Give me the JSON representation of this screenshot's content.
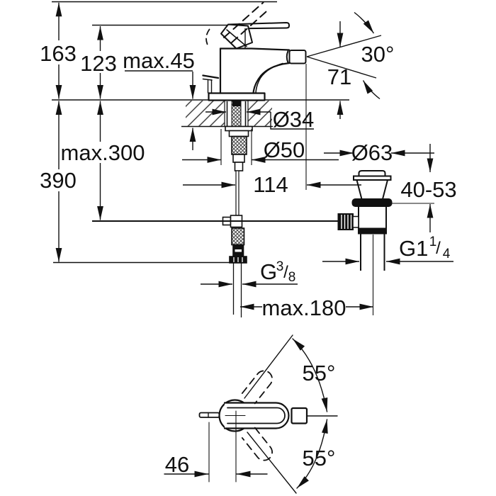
{
  "drawing": {
    "product": "bidet-mixer-installation-drawing",
    "colors": {
      "line": "#111111",
      "background": "#ffffff"
    },
    "labels": {
      "height_overall": "163",
      "height_to_handle": "123",
      "deck_thickness": "max.45",
      "spray_angle": "30°",
      "outlet_height": "71",
      "hole_diameter": "Ø34",
      "base_diameter": "Ø50",
      "spout_reach": "114",
      "waste_flange_diameter": "Ø63",
      "clamping_range": "40-53",
      "below_height": "390",
      "hose_length": "max.300",
      "waste_thread_main": "G1",
      "waste_thread_sup": "1",
      "waste_thread_slash": "/",
      "waste_thread_sub": "4",
      "supply_thread_main": "G",
      "supply_thread_sup": "3",
      "supply_thread_slash": "/",
      "supply_thread_sub": "8",
      "rod_length": "max.180",
      "handle_swing_upper": "55°",
      "handle_swing_lower": "55°",
      "handle_offset": "46"
    }
  }
}
